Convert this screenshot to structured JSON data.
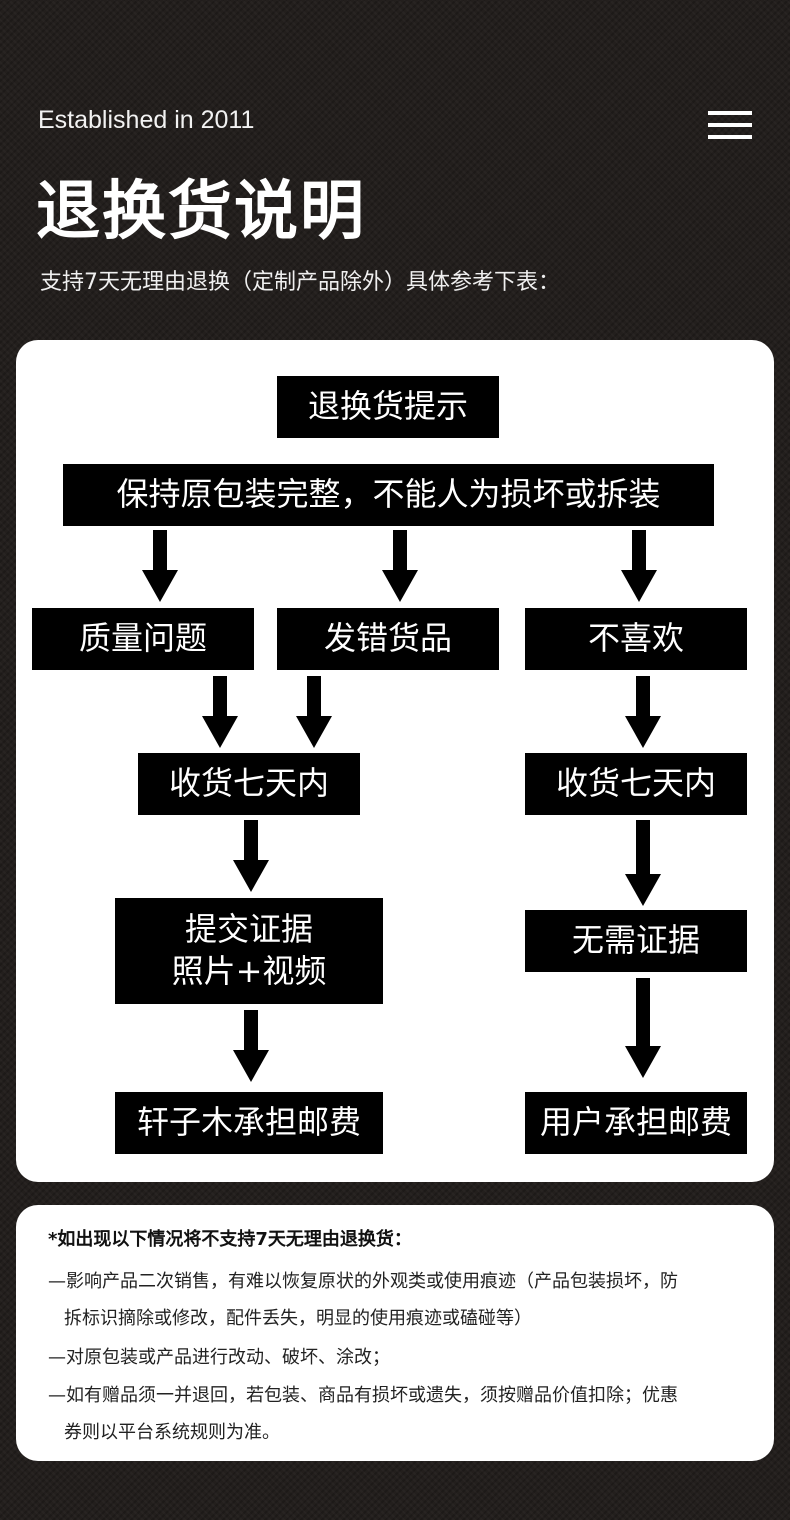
{
  "header": {
    "established": "Established in 2011",
    "title": "退换货说明",
    "subtitle": "支持7天无理由退换（定制产品除外）具体参考下表："
  },
  "flowchart": {
    "top": "退换货提示",
    "condition": "保持原包装完整，不能人为损坏或拆装",
    "quality": "质量问题",
    "wrong_item": "发错货品",
    "dislike": "不喜欢",
    "within_7_days_left": "收货七天内",
    "within_7_days_right": "收货七天内",
    "evidence_line1": "提交证据",
    "evidence_line2": "照片+视频",
    "no_evidence": "无需证据",
    "seller_pays": "轩子木承担邮费",
    "user_pays": "用户承担邮费"
  },
  "notes": {
    "title": "*如出现以下情况将不支持7天无理由退换货：",
    "item1_line1": "—影响产品二次销售，有难以恢复原状的外观类或使用痕迹（产品包装损坏，防",
    "item1_line2": "拆标识摘除或修改，配件丢失，明显的使用痕迹或磕碰等）",
    "item2": "—对原包装或产品进行改动、破坏、涂改；",
    "item3_line1": "—如有赠品须一并退回，若包装、商品有损坏或遗失，须按赠品价值扣除；优惠",
    "item3_line2": "券则以平台系统规则为准。"
  },
  "colors": {
    "background": "#231f1d",
    "card": "#ffffff",
    "box": "#000000",
    "box_text": "#ffffff"
  },
  "icons": {
    "menu": "hamburger-menu-icon",
    "arrow": "down-arrow-icon"
  }
}
